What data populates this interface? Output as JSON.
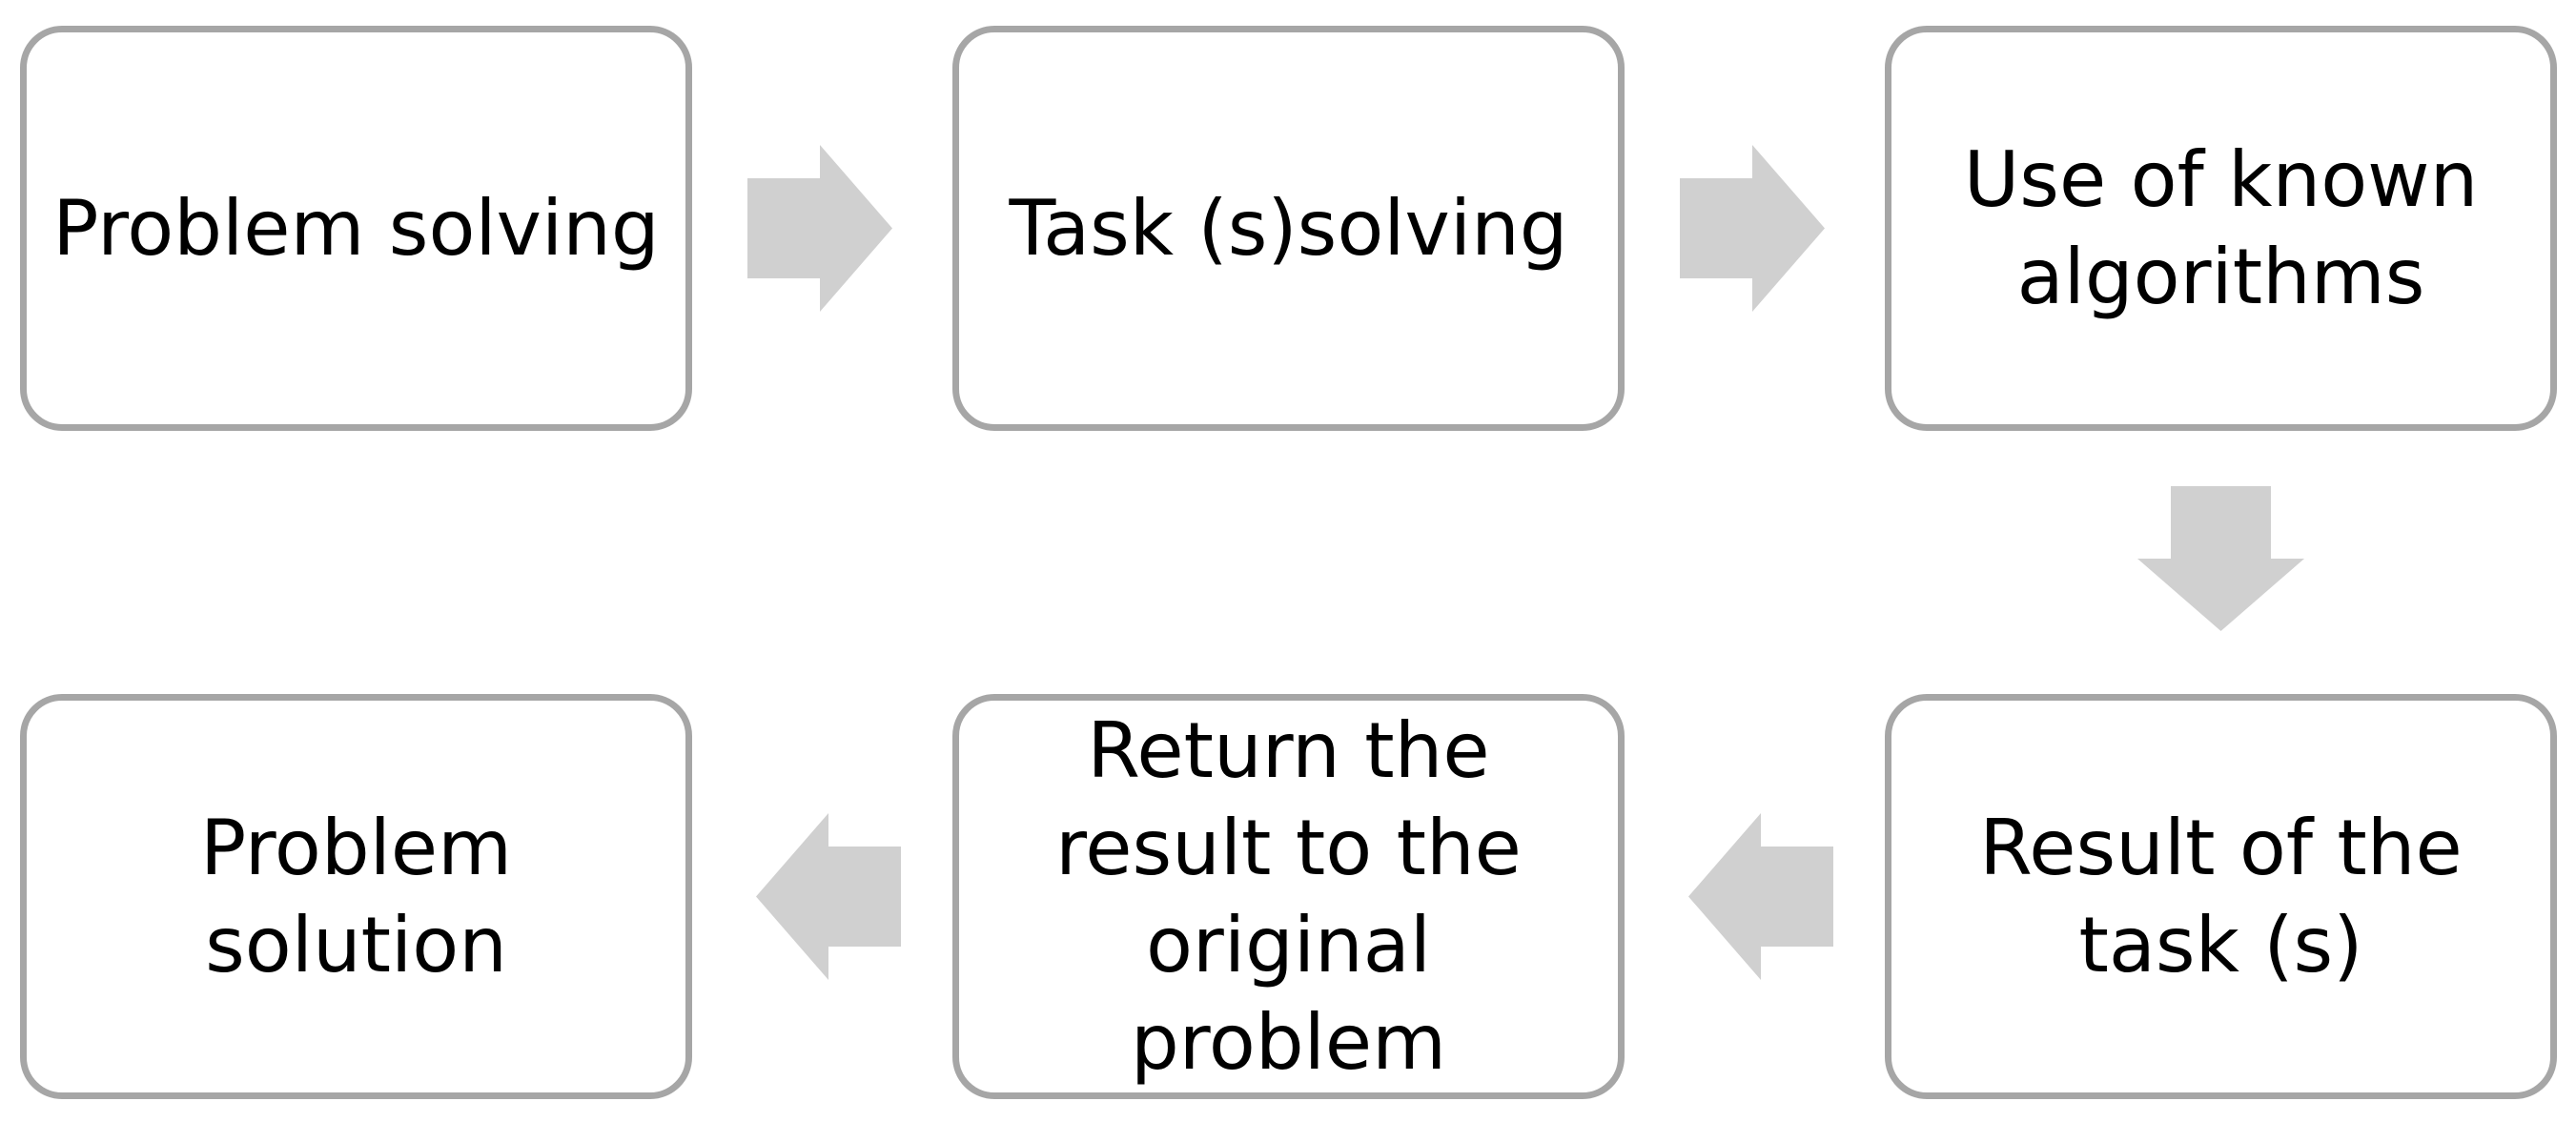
{
  "diagram": {
    "type": "flowchart",
    "nodes": [
      {
        "id": "n1",
        "label": "Problem solving"
      },
      {
        "id": "n2",
        "label": "Task (s)solving"
      },
      {
        "id": "n3",
        "label": "Use of known\nalgorithms"
      },
      {
        "id": "n4",
        "label": "Result of the\ntask (s)"
      },
      {
        "id": "n5",
        "label": "Return the\nresult to the\noriginal problem"
      },
      {
        "id": "n6",
        "label": "Problem\nsolution"
      }
    ],
    "edges": [
      {
        "from": "n1",
        "to": "n2"
      },
      {
        "from": "n2",
        "to": "n3"
      },
      {
        "from": "n3",
        "to": "n4"
      },
      {
        "from": "n4",
        "to": "n5"
      },
      {
        "from": "n5",
        "to": "n6"
      }
    ],
    "colors": {
      "box_border": "#a6a6a6",
      "arrow_fill": "#d0d0d0",
      "text": "#000000",
      "background": "#ffffff"
    }
  }
}
